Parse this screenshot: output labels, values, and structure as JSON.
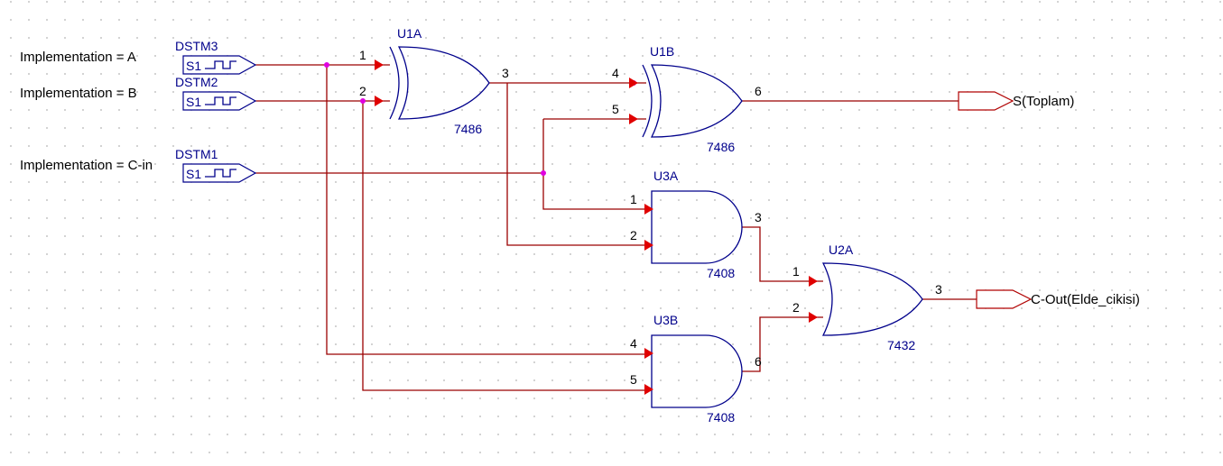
{
  "inputs": {
    "a_label": "Implementation = A",
    "b_label": "Implementation = B",
    "cin_label": "Implementation = C-in",
    "stim_a": "DSTM3",
    "stim_b": "DSTM2",
    "stim_cin": "DSTM1",
    "stim_text": "S1"
  },
  "gates": {
    "u1a": {
      "ref": "U1A",
      "part": "7486",
      "pin_in1": "1",
      "pin_in2": "2",
      "pin_out": "3"
    },
    "u1b": {
      "ref": "U1B",
      "part": "7486",
      "pin_in1": "4",
      "pin_in2": "5",
      "pin_out": "6"
    },
    "u3a": {
      "ref": "U3A",
      "part": "7408",
      "pin_in1": "1",
      "pin_in2": "2",
      "pin_out": "3"
    },
    "u3b": {
      "ref": "U3B",
      "part": "7408",
      "pin_in1": "4",
      "pin_in2": "5",
      "pin_out": "6"
    },
    "u2a": {
      "ref": "U2A",
      "part": "7432",
      "pin_in1": "1",
      "pin_in2": "2",
      "pin_out": "3"
    }
  },
  "outputs": {
    "sum": "S(Toplam)",
    "carry": "C-Out(Elde_cikisi)"
  },
  "colors": {
    "wire": "#9b0000",
    "gate": "#00008b",
    "pin_arrow": "#e00000",
    "junction": "#e000e0"
  },
  "icons": {
    "stimulus": "digital-stimulus-icon",
    "offpage": "offpage-connector-icon"
  }
}
